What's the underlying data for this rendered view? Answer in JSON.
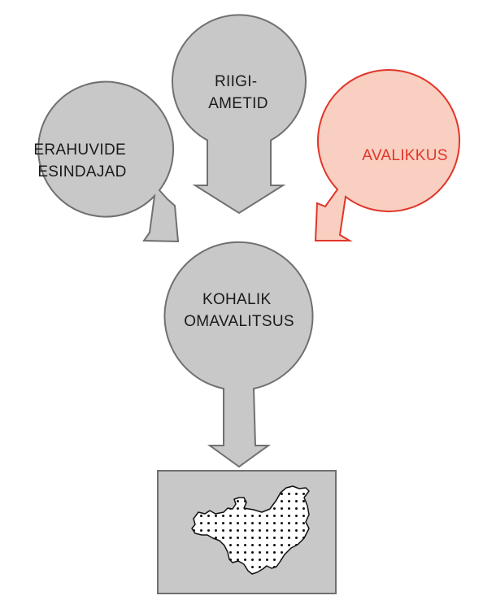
{
  "diagram": {
    "nodes": {
      "riigiametid": {
        "line1": "RIIGI-",
        "line2": "AMETID"
      },
      "erahuvide_esindajad": {
        "line1": "ERAHUVIDE",
        "line2": "ESINDAJAD"
      },
      "avalikkus": {
        "line1": "AVALIKKUS"
      },
      "kohalik_omavalitsus": {
        "line1": "KOHALIK",
        "line2": "OMAVALITSUS"
      }
    },
    "edges": [
      {
        "from": "riigiametid",
        "to": "kohalik_omavalitsus"
      },
      {
        "from": "erahuvide_esindajad",
        "to": "kohalik_omavalitsus"
      },
      {
        "from": "avalikkus",
        "to": "kohalik_omavalitsus"
      },
      {
        "from": "kohalik_omavalitsus",
        "to": "map"
      }
    ],
    "colors": {
      "bubble_fill": "#c8c8c8",
      "bubble_stroke": "#707070",
      "highlight_fill": "#f8cfc0",
      "highlight_stroke": "#e2352a",
      "highlight_text": "#e2352a",
      "text": "#1a1a1a",
      "map_fill": "#ffffff"
    }
  }
}
